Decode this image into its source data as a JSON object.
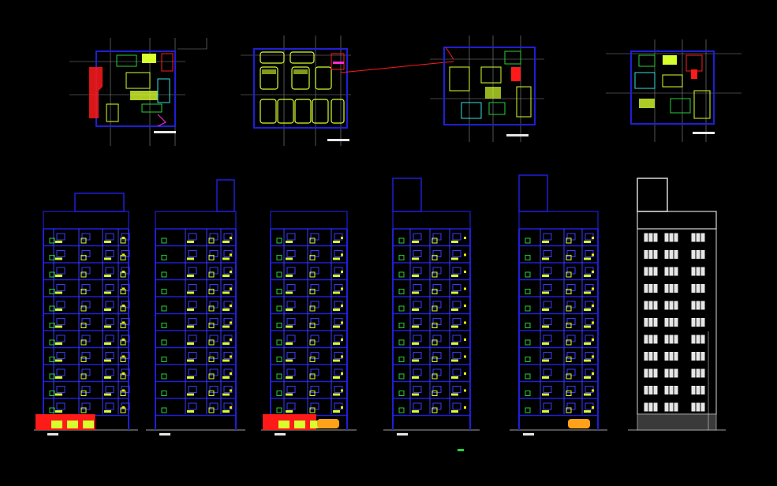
{
  "canvas": {
    "background": "#000000"
  },
  "palette": {
    "wall": "#1f1fd6",
    "wall_bright": "#3a3aff",
    "outline": "#d8d8d8",
    "grid": "#8a8a8a",
    "fixture": "#d7ff2e",
    "green": "#27d13a",
    "cyan": "#34e0e0",
    "red": "#ff1a1a",
    "magenta": "#ff2bd5",
    "orange": "#ffa21a",
    "yellow": "#ffee00",
    "window": "#e6e6e6"
  },
  "drawing_parts": {
    "floor_plans": [
      {
        "id": "plan-1",
        "label": ""
      },
      {
        "id": "plan-2-parking",
        "label": ""
      },
      {
        "id": "plan-3",
        "label": ""
      },
      {
        "id": "plan-4",
        "label": ""
      }
    ],
    "elevations": [
      {
        "id": "section-1",
        "floors": 11
      },
      {
        "id": "section-2",
        "floors": 11
      },
      {
        "id": "section-3",
        "floors": 11
      },
      {
        "id": "section-4",
        "floors": 11
      },
      {
        "id": "section-5",
        "floors": 11
      },
      {
        "id": "facade",
        "floors": 11
      }
    ]
  }
}
